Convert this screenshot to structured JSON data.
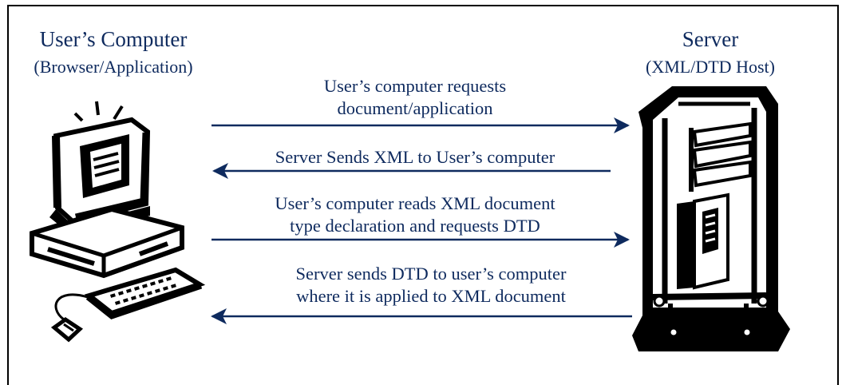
{
  "client": {
    "title": "User’s Computer",
    "subtitle": "(Browser/Application)"
  },
  "server": {
    "title": "Server",
    "subtitle": "(XML/DTD Host)"
  },
  "messages": [
    {
      "line1": "User’s computer requests",
      "line2": "document/application",
      "direction": "to-server"
    },
    {
      "line1": "Server Sends XML to User’s computer",
      "line2": "",
      "direction": "to-client"
    },
    {
      "line1": "User’s computer reads XML document",
      "line2": "type declaration and requests DTD",
      "direction": "to-server"
    },
    {
      "line1": "Server sends DTD to user’s computer",
      "line2": "where it is applied to XML document",
      "direction": "to-client"
    }
  ],
  "colors": {
    "text": "#0e2a5e",
    "arrow": "#0e2a5e",
    "clipart": "#000000"
  }
}
